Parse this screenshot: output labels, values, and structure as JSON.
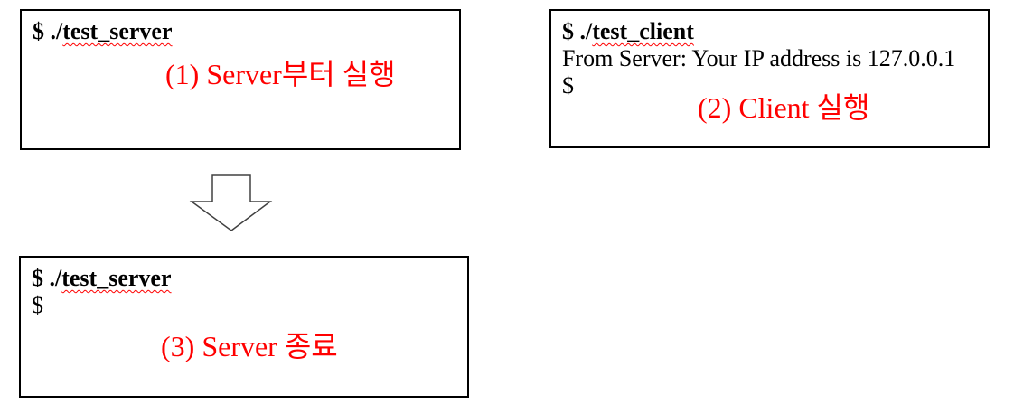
{
  "colors": {
    "background": "#ffffff",
    "box_border": "#000000",
    "terminal_text": "#000000",
    "annotation_red": "#ff0000",
    "squiggle_red": "#ff0000",
    "arrow_outline": "#404040",
    "arrow_fill": "#ffffff"
  },
  "terminal1": {
    "prompt_prefix": "$ ./",
    "command": "test_server",
    "annotation": "(1) Server부터 실행"
  },
  "terminal2": {
    "prompt_prefix": "$ ./",
    "command": "test_client",
    "output_line": "From Server: Your IP address is 127.0.0.1",
    "prompt_line": "$",
    "annotation": "(2) Client 실행"
  },
  "terminal3": {
    "prompt_prefix": "$ ./",
    "command": "test_server",
    "prompt_line": "$",
    "annotation": "(3) Server 종료"
  },
  "arrow": {
    "name": "flow-down-arrow"
  }
}
